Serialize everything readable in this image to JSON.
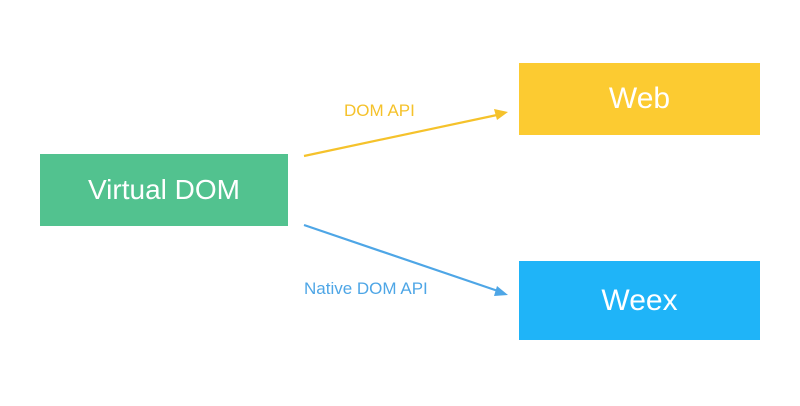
{
  "diagram": {
    "nodes": {
      "virtual_dom": {
        "label": "Virtual DOM",
        "color": "#52c28f"
      },
      "web": {
        "label": "Web",
        "color": "#fccb31"
      },
      "weex": {
        "label": "Weex",
        "color": "#1fb4f8"
      }
    },
    "edges": {
      "dom_api": {
        "label": "DOM API",
        "from": "Virtual DOM",
        "to": "Web",
        "color": "#f5c22b"
      },
      "native_dom_api": {
        "label": "Native DOM API",
        "from": "Virtual DOM",
        "to": "Weex",
        "color": "#4ea6e6"
      }
    }
  }
}
